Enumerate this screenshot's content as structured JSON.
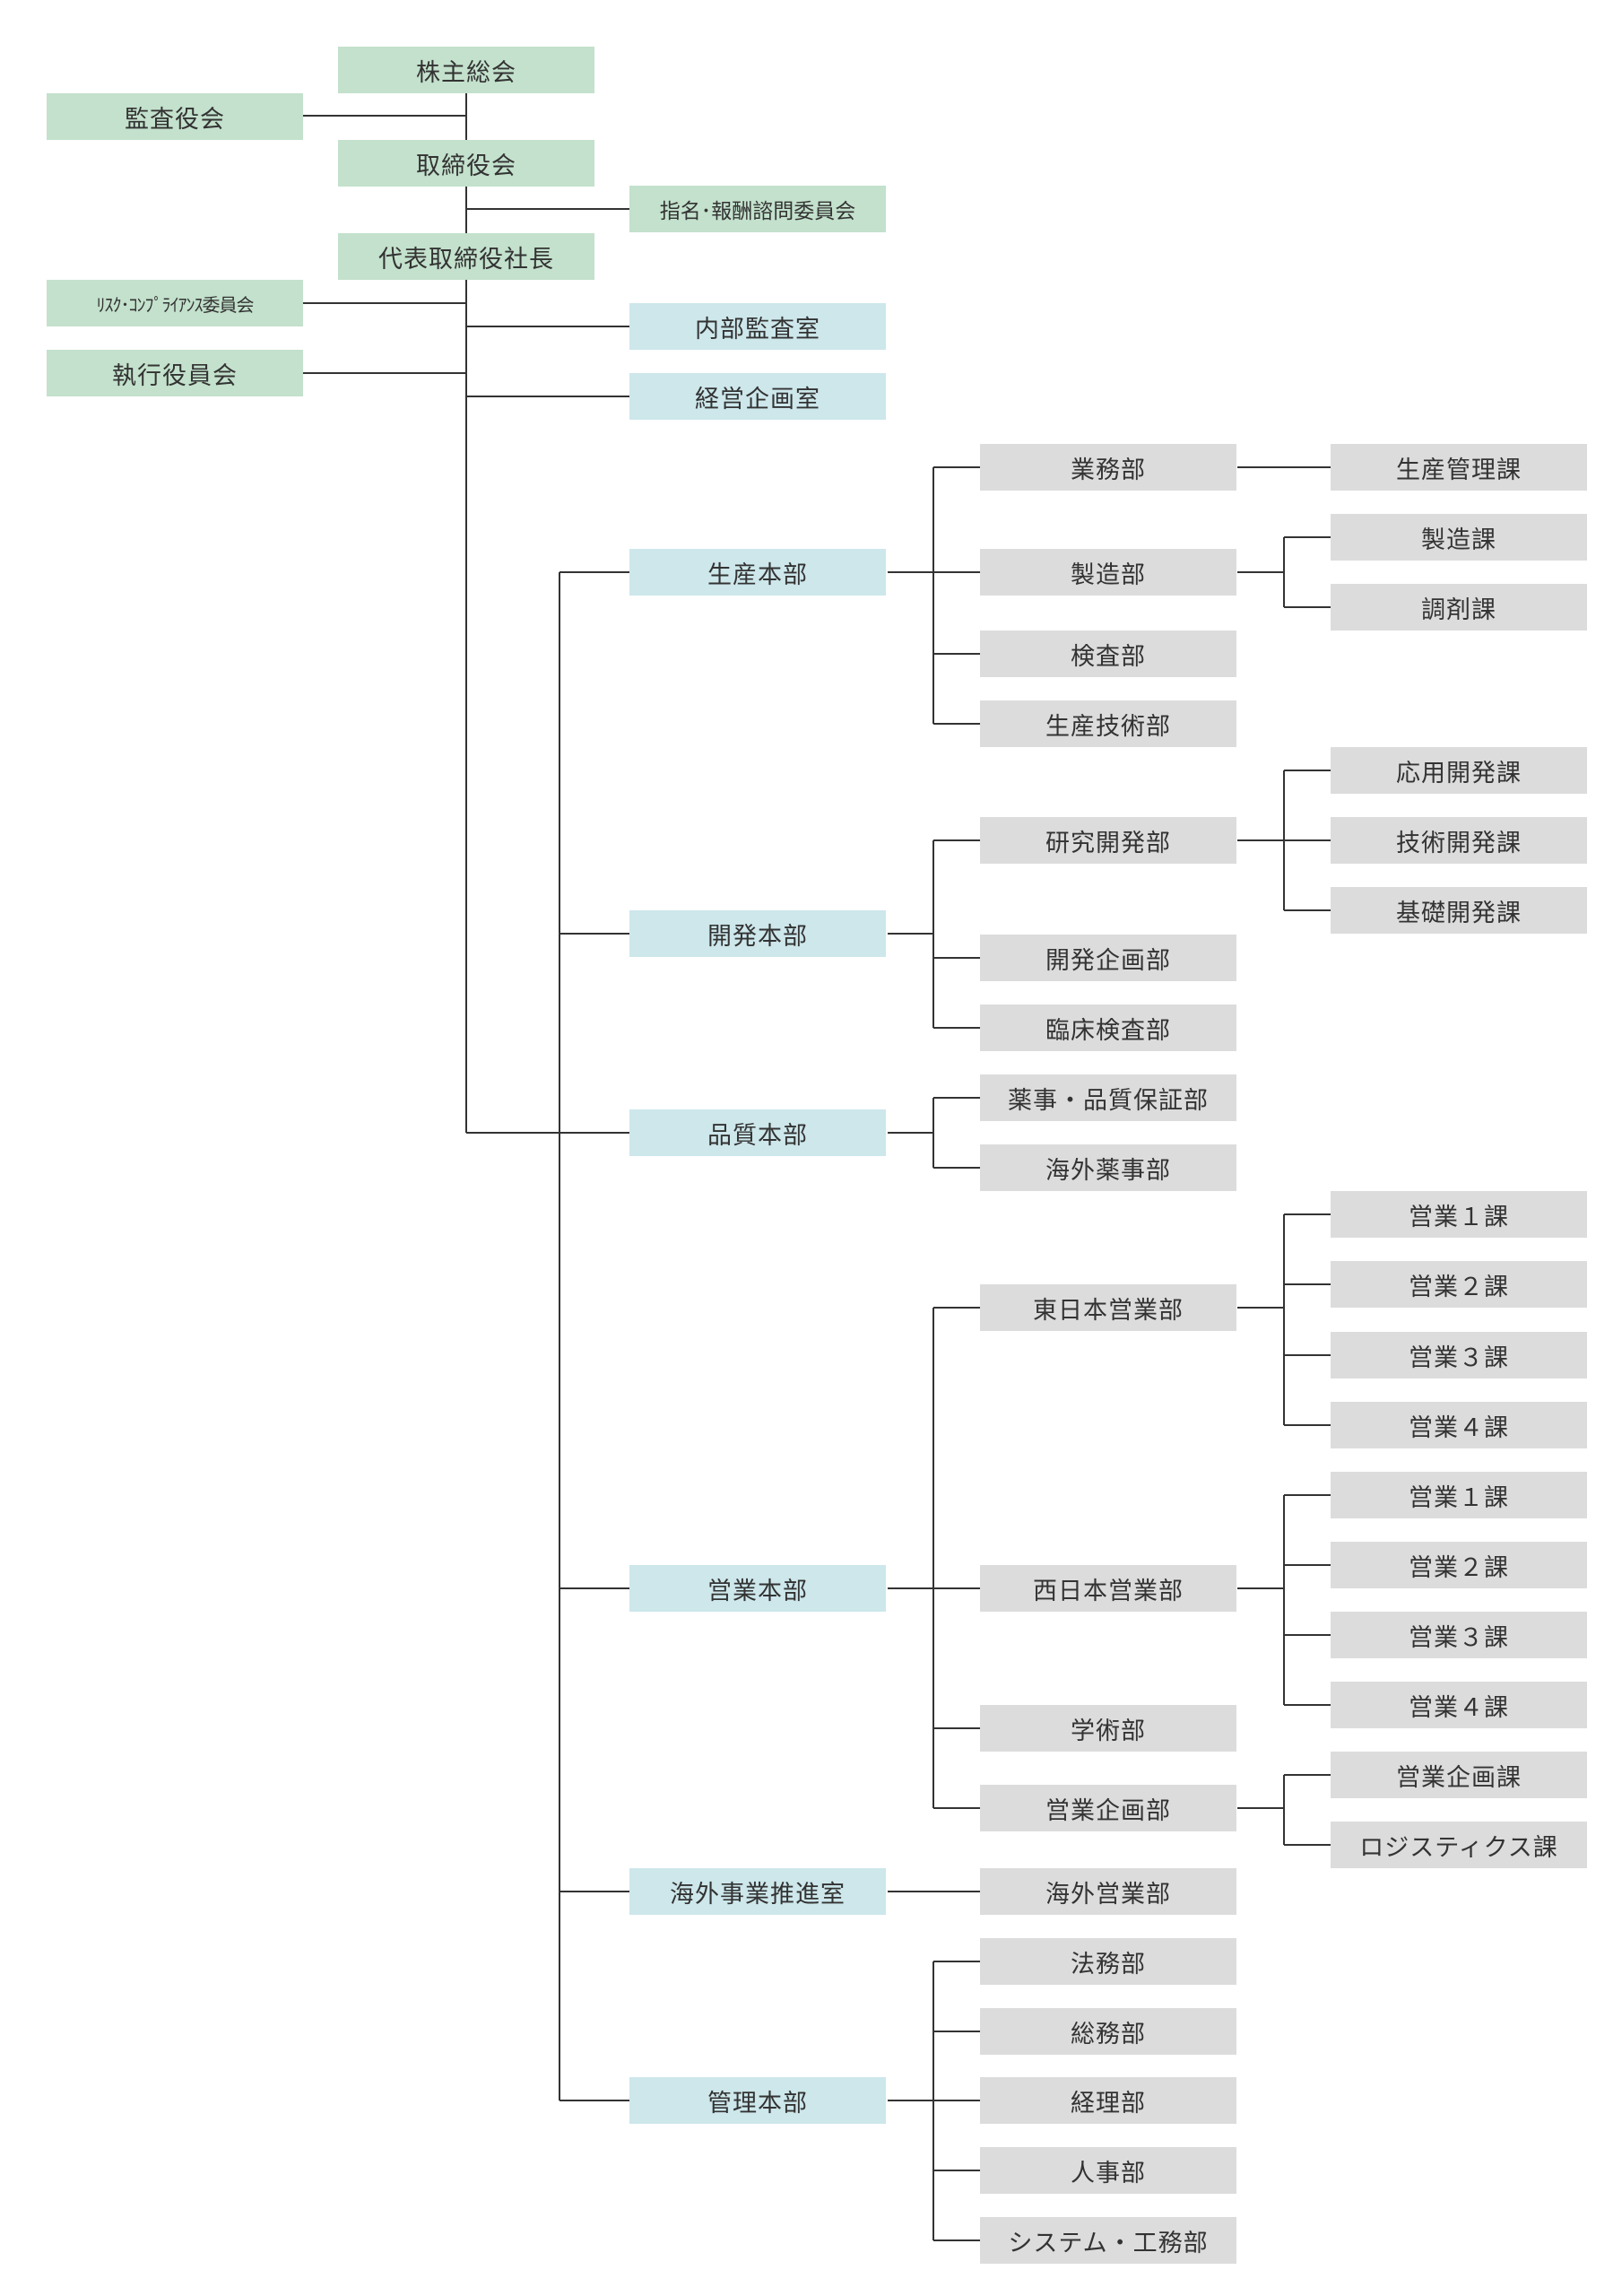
{
  "colors": {
    "governance": "#c3e1cc",
    "division": "#cde7eb",
    "department": "#dcdcdc",
    "line": "#333333"
  },
  "governance": {
    "shareholders": "株主総会",
    "auditors": "監査役会",
    "board": "取締役会",
    "nomination": "指名･報酬諮問委員会",
    "president": "代表取締役社長",
    "risk": "ﾘｽｸ･ｺﾝﾌﾟﾗｲｱﾝｽ委員会",
    "executive": "執行役員会"
  },
  "offices": {
    "internal_audit": "内部監査室",
    "planning": "経営企画室"
  },
  "divisions": {
    "production": "生産本部",
    "development": "開発本部",
    "quality": "品質本部",
    "sales": "営業本部",
    "overseas": "海外事業推進室",
    "admin": "管理本部"
  },
  "departments": {
    "prod_affairs": "業務部",
    "manufacturing": "製造部",
    "inspection": "検査部",
    "prod_tech": "生産技術部",
    "rnd": "研究開発部",
    "dev_planning": "開発企画部",
    "clinical": "臨床検査部",
    "regulatory_qa": "薬事・品質保証部",
    "overseas_regulatory": "海外薬事部",
    "east_sales": "東日本営業部",
    "west_sales": "西日本営業部",
    "academic": "学術部",
    "sales_planning": "営業企画部",
    "overseas_sales": "海外営業部",
    "legal": "法務部",
    "general_affairs": "総務部",
    "accounting": "経理部",
    "hr": "人事部",
    "systems_works": "システム・工務部"
  },
  "sections": {
    "production_mgmt": "生産管理課",
    "manufacturing_sec": "製造課",
    "compounding": "調剤課",
    "applied_dev": "応用開発課",
    "tech_dev": "技術開発課",
    "basic_dev": "基礎開発課",
    "east_1": "営業１課",
    "east_2": "営業２課",
    "east_3": "営業３課",
    "east_4": "営業４課",
    "west_1": "営業１課",
    "west_2": "営業２課",
    "west_3": "営業３課",
    "west_4": "営業４課",
    "sales_planning_sec": "営業企画課",
    "logistics": "ロジスティクス課"
  }
}
